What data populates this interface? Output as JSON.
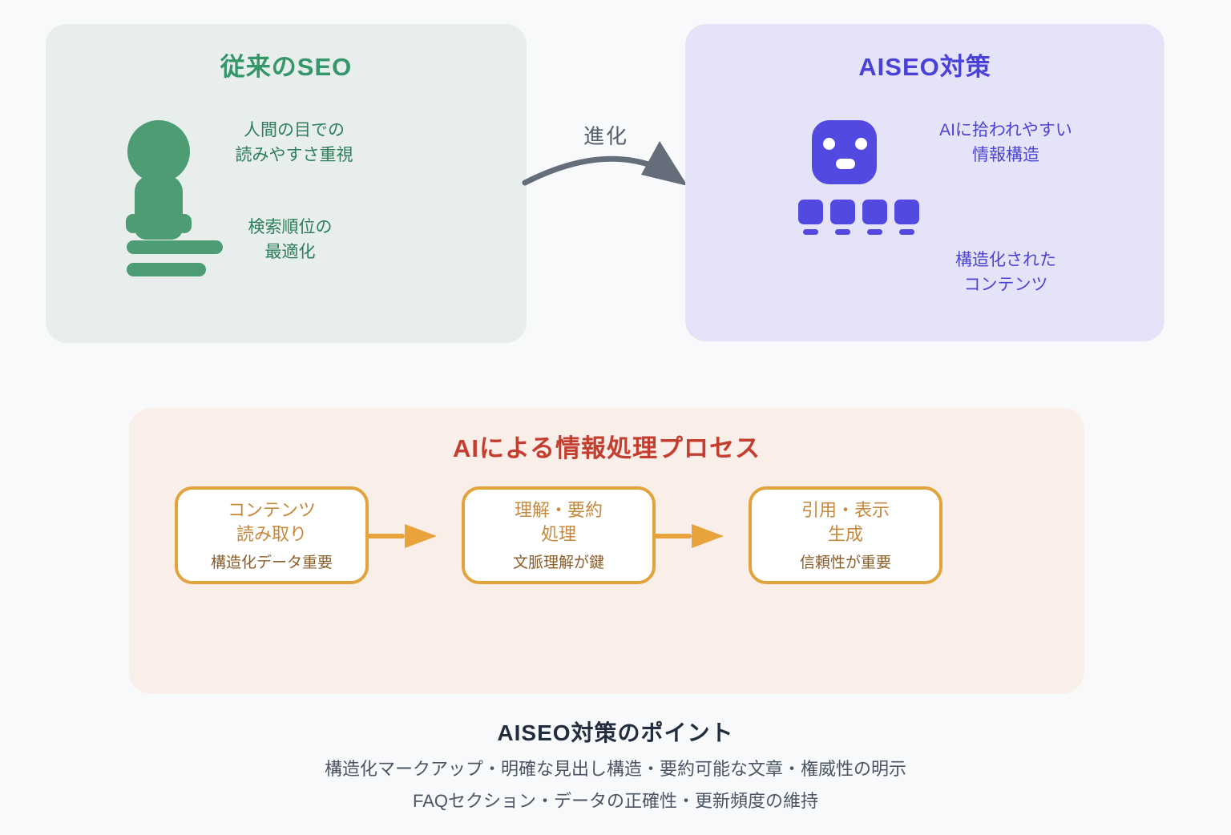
{
  "left_card": {
    "title": "従来のSEO",
    "point1_line1": "人間の目での",
    "point1_line2": "読みやすさ重視",
    "point2_line1": "検索順位の",
    "point2_line2": "最適化",
    "icon": "person-icon",
    "accent_color": "#35966a",
    "bg_color": "#e7eeec"
  },
  "evolution_arrow": {
    "label": "進化",
    "color": "#656d7a"
  },
  "right_card": {
    "title": "AISEO対策",
    "point1_line1": "AIに拾われやすい",
    "point1_line2": "情報構造",
    "point2_line1": "構造化された",
    "point2_line2": "コンテンツ",
    "icon": "robot-icon",
    "accent_color": "#4a42d8",
    "bg_color": "#e5e3f8"
  },
  "process_card": {
    "title": "AIによる情報処理プロセス",
    "title_color": "#c43e2f",
    "bg_color": "#faeee9",
    "step_border_color": "#e2a33c",
    "steps": [
      {
        "line1": "コンテンツ",
        "line2": "読み取り",
        "note": "構造化データ重要"
      },
      {
        "line1": "理解・要約",
        "line2": "処理",
        "note": "文脈理解が鍵"
      },
      {
        "line1": "引用・表示",
        "line2": "生成",
        "note": "信頼性が重要"
      }
    ]
  },
  "footer": {
    "title": "AISEO対策のポイント",
    "line1": "構造化マークアップ・明確な見出し構造・要約可能な文章・権威性の明示",
    "line2": "FAQセクション・データの正確性・更新頻度の維持"
  }
}
